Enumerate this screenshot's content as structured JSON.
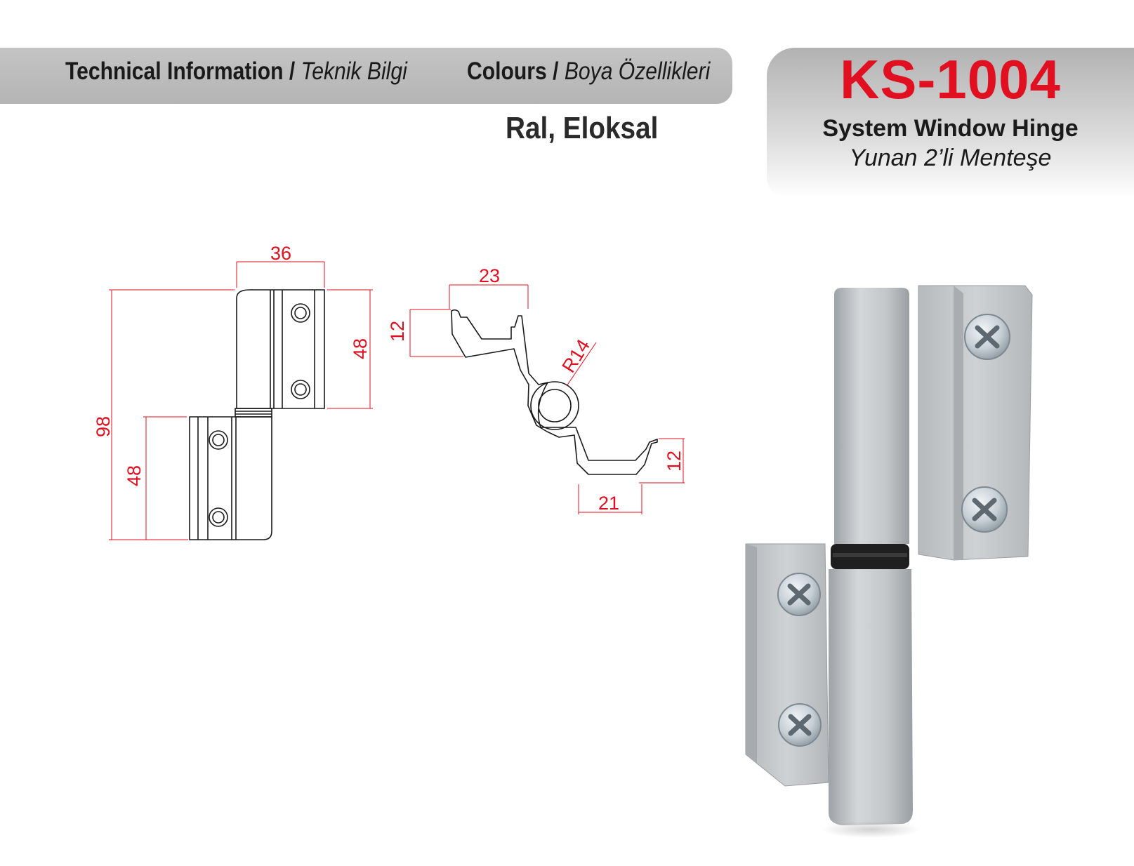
{
  "header": {
    "tech_en": "Technical Information",
    "separator": "/",
    "tech_tr": "Teknik Bilgi",
    "colours_en": "Colours",
    "colours_tr": "Boya Özellikleri"
  },
  "colours_value": "Ral, Eloksal",
  "product": {
    "code": "KS-1004",
    "name_en": "System Window Hinge",
    "name_tr": "Yunan 2’li Menteşe"
  },
  "dimensions": {
    "front_width": "36",
    "front_upper_height": "48",
    "front_total_height": "98",
    "front_lower_height": "48",
    "profile_top_width": "23",
    "profile_top_height": "12",
    "profile_radius": "R14",
    "profile_bottom_height": "12",
    "profile_bottom_width": "21"
  },
  "colors": {
    "accent": "#e01020",
    "header_bar": "#bcbcbc",
    "line": "#1a1a1a"
  },
  "icons": [
    "screw-icon"
  ]
}
